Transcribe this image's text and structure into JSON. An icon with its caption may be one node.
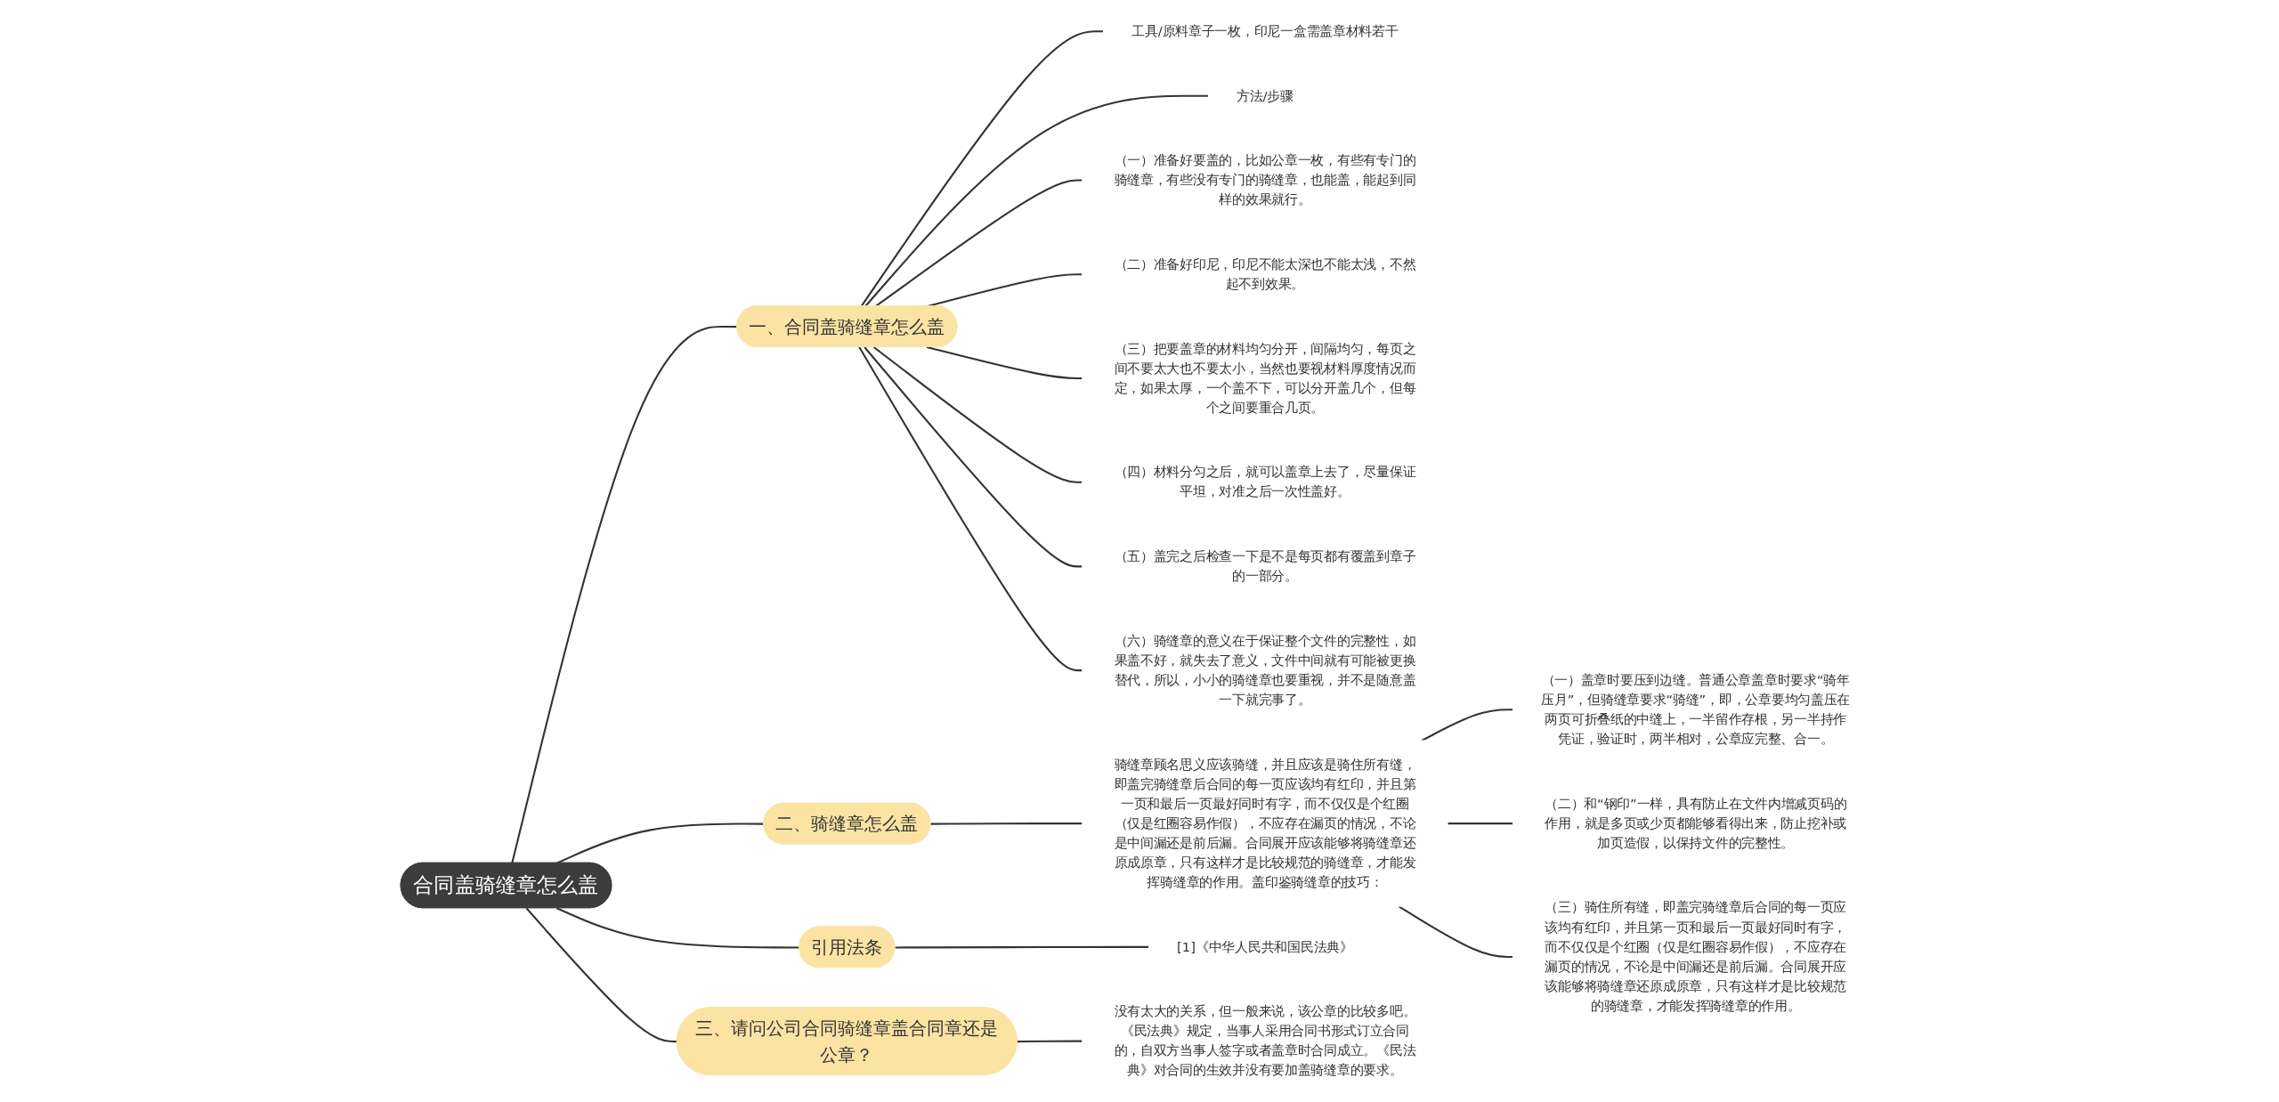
{
  "diagram": {
    "nodes": [
      {
        "text": [
          "合同盖骑缝章怎么盖"
        ]
      },
      {
        "text": [
          "一、合同盖骑缝章怎么盖"
        ]
      },
      {
        "text": [
          "工具/原料章子一枚，印尼一盒需盖章材料若干"
        ]
      },
      {
        "text": [
          "方法/步骤"
        ]
      },
      {
        "text": [
          "（一）准备好要盖的，比如公章一枚，有些有专门的骑缝章，有些没有专门的骑缝章，也能盖，能起到同样的效果就行。"
        ]
      },
      {
        "text": [
          "（二）准备好印尼，印尼不能太深也不能太浅，不然起不到效果。"
        ]
      },
      {
        "text": [
          "（三）把要盖章的材料均匀分开，间隔均匀，每页之间不要太大也不要太小，当然也要视材料厚度情况而定，如果太厚，一个盖不下，可以分开盖几个，但每个之间要重合几页。"
        ]
      },
      {
        "text": [
          "（四）材料分匀之后，就可以盖章上去了，尽量保证平坦，对准之后一次性盖好。"
        ]
      },
      {
        "text": [
          "（五）盖完之后检查一下是不是每页都有覆盖到章子的一部分。"
        ]
      },
      {
        "text": [
          "（六）骑缝章的意义在于保证整个文件的完整性，如果盖不好，就失去了意义，文件中间就有可能被更换替代，所以，小小的骑缝章也要重视，并不是随意盖一下就完事了。"
        ]
      },
      {
        "text": [
          "二、骑缝章怎么盖"
        ]
      },
      {
        "text": [
          "骑缝章顾名思义应该骑缝，并且应该是骑住所有缝，即盖完骑缝章后合同的每一页应该均有红印，并且第一页和最后一页最好同时有字，而不仅仅是个红圈（仅是红圈容易作假），不应存在漏页的情况，不论是中间漏还是前后漏。合同展开应该能够将骑缝章还原成原章，只有这样才是比较规范的骑缝章，才能发挥骑缝章的作用。盖印鉴骑缝章的技巧："
        ]
      },
      {
        "text": [
          "（一）盖章时要压到边缝。普通公章盖章时要求“骑年压月”，但骑缝章要求“骑缝”，即，公章要均匀盖压在两页可折叠纸的中缝上，一半留作存根，另一半持作凭证，验证时，两半相对，公章应完整、合一。"
        ]
      },
      {
        "text": [
          "（二）和“钢印”一样，具有防止在文件内增减页码的作用，就是多页或少页都能够看得出来，防止挖补或加页造假，以保持文件的完整性。"
        ]
      },
      {
        "text": [
          "（三）骑住所有缝，即盖完骑缝章后合同的每一页应该均有红印，并且第一页和最后一页最好同时有字，而不仅仅是个红圈（仅是红圈容易作假），不应存在漏页的情况，不论是中间漏还是前后漏。合同展开应该能够将骑缝章还原成原章，只有这样才是比较规范的骑缝章，才能发挥骑缝章的作用。"
        ]
      },
      {
        "text": [
          "引用法条"
        ]
      },
      {
        "text": [
          "[1]《中华人民共和国民法典》"
        ]
      },
      {
        "text": [
          "三、请问公司合同骑缝章盖合同章还是公章？"
        ]
      },
      {
        "text": [
          "没有太大的关系，但一般来说，该公章的比较多吧。《民法典》规定，当事人采用合同书形式订立合同的，自双方当事人签字或者盖章时合同成立。《民法典》对合同的生效并没有要加盖骑缝章的要求。"
        ]
      }
    ],
    "edges": [
      {
        "from": 0,
        "to": 1,
        "arrow": "none"
      },
      {
        "from": 1,
        "to": 2,
        "arrow": "none"
      },
      {
        "from": 1,
        "to": 3,
        "arrow": "none"
      },
      {
        "from": 1,
        "to": 4,
        "arrow": "none"
      },
      {
        "from": 1,
        "to": 5,
        "arrow": "none"
      },
      {
        "from": 1,
        "to": 6,
        "arrow": "none"
      },
      {
        "from": 1,
        "to": 7,
        "arrow": "none"
      },
      {
        "from": 1,
        "to": 8,
        "arrow": "none"
      },
      {
        "from": 1,
        "to": 9,
        "arrow": "none"
      },
      {
        "from": 0,
        "to": 10,
        "arrow": "none"
      },
      {
        "from": 10,
        "to": 11,
        "arrow": "none"
      },
      {
        "from": 11,
        "to": 12,
        "arrow": "none"
      },
      {
        "from": 11,
        "to": 13,
        "arrow": "none"
      },
      {
        "from": 11,
        "to": 14,
        "arrow": "none"
      },
      {
        "from": 0,
        "to": 15,
        "arrow": "none"
      },
      {
        "from": 15,
        "to": 16,
        "arrow": "none"
      },
      {
        "from": 0,
        "to": 17,
        "arrow": "none"
      },
      {
        "from": 17,
        "to": 18,
        "arrow": "none"
      }
    ]
  }
}
